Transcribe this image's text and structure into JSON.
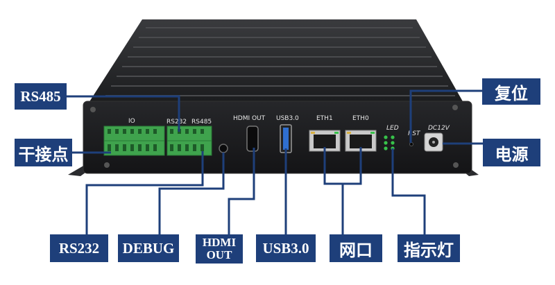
{
  "device_labels": {
    "io": "IO",
    "rs232": "RS232",
    "rs485": "RS485",
    "hdmi_out": "HDMI OUT",
    "usb30": "USB3.0",
    "eth1": "ETH1",
    "eth0": "ETH0",
    "led": "LED",
    "rst": "RST",
    "dc12v": "DC12V"
  },
  "callouts": {
    "rs485": "RS485",
    "dry_contact": "干接点",
    "rs232": "RS232",
    "debug": "DEBUG",
    "hdmi_out": "HDMI\nOUT",
    "usb30": "USB3.0",
    "network_port": "网口",
    "indicator": "指示灯",
    "reset": "复位",
    "power": "电源"
  },
  "colors": {
    "callout_bg": "#1e3f7a",
    "callout_text": "#ffffff",
    "line": "#1e3f7a",
    "chassis": "#1a1a1c",
    "terminal_green": "#3fa34d",
    "usb_blue": "#2f6fd0",
    "led_green": "#37c24a"
  }
}
